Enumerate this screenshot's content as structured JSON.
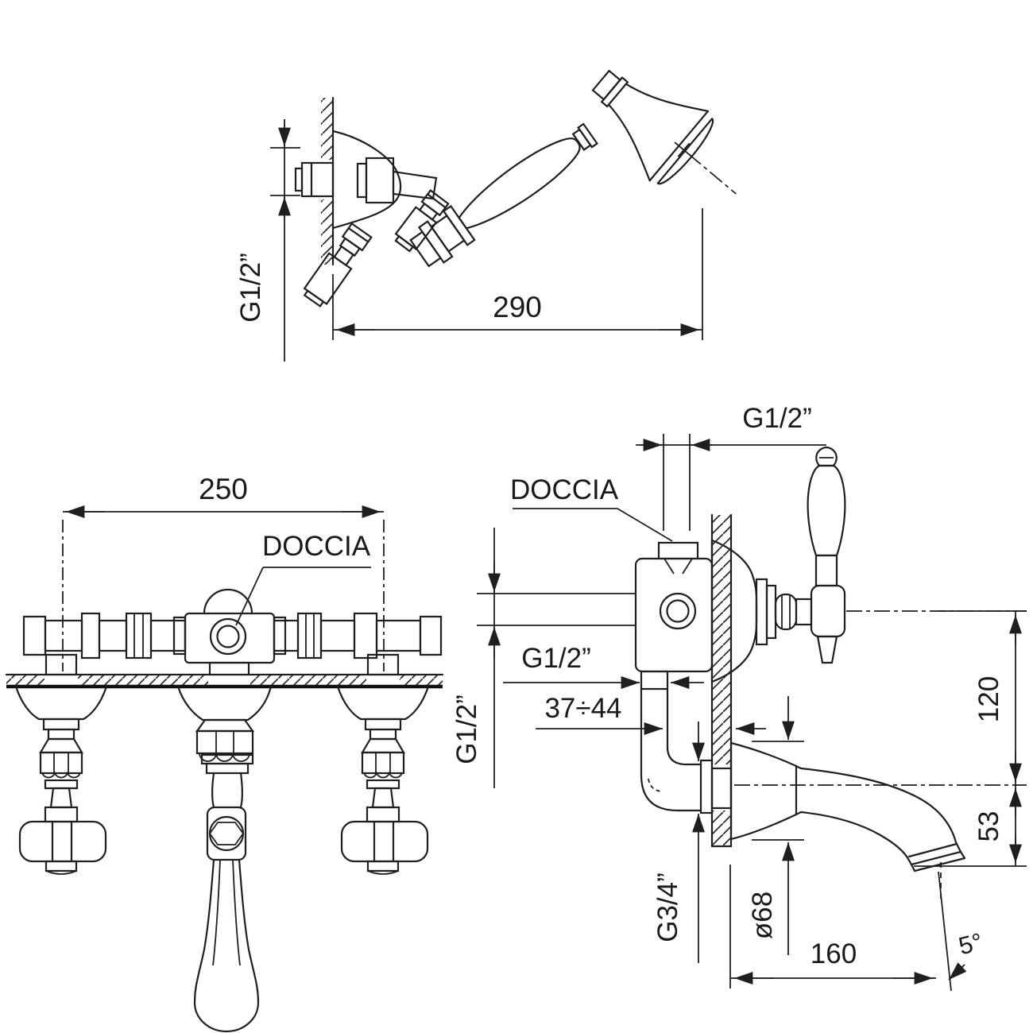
{
  "page": {
    "background": "#ffffff",
    "line_color": "#1f1f1f"
  },
  "hand_shower_view": {
    "labels": {
      "bracket_thread": "G1/2”",
      "hose_reach": "290"
    }
  },
  "front_view": {
    "labels": {
      "hole_centres": "250",
      "shower_outlet": "DOCCIA"
    }
  },
  "side_view": {
    "labels": {
      "shower_thread_top": "G1/2”",
      "shower_outlet": "DOCCIA",
      "inlet_thread_side": "G1/2”",
      "inlet_thread_bottom": "G1/2”",
      "wall_depth_range": "37÷44",
      "height_above_spout": "120",
      "height_below_spout": "53",
      "spout_thread": "G3/4”",
      "escutcheon_diameter": "ø68",
      "spout_reach": "160",
      "spout_tilt": "5°"
    }
  }
}
